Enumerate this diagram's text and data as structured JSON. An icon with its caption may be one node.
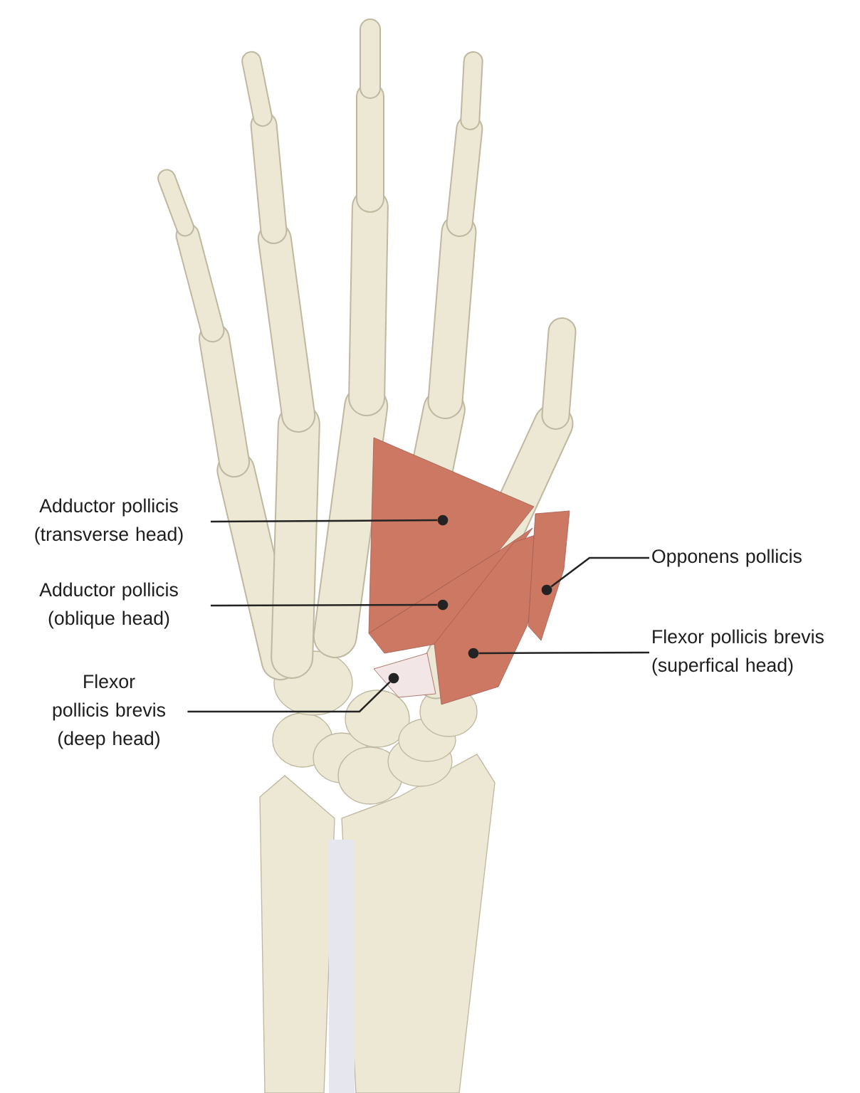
{
  "diagram": {
    "nodes": [
      {
        "text": [
          "Adductor pollicis (transverse head)"
        ]
      },
      {
        "text": [
          "Adductor pollicis (oblique head)"
        ]
      },
      {
        "text": [
          "Flexor pollicis brevis (deep head)"
        ]
      },
      {
        "text": [
          "Opponens pollicis"
        ]
      },
      {
        "text": [
          "Flexor pollicis brevis (superfical head)"
        ]
      },
      {
        "text": [],
        "shape": "circle"
      },
      {
        "text": [],
        "shape": "circle"
      },
      {
        "text": [],
        "shape": "circle"
      },
      {
        "text": [],
        "shape": "circle"
      },
      {
        "text": [],
        "shape": "circle"
      }
    ],
    "edges": [
      {
        "from": 0,
        "to": 5,
        "arrow": "none"
      },
      {
        "from": 1,
        "to": 6,
        "arrow": "none"
      },
      {
        "from": 2,
        "to": 7,
        "arrow": "none"
      },
      {
        "from": 3,
        "to": 8,
        "arrow": "none"
      },
      {
        "from": 4,
        "to": 9,
        "arrow": "none"
      }
    ]
  }
}
